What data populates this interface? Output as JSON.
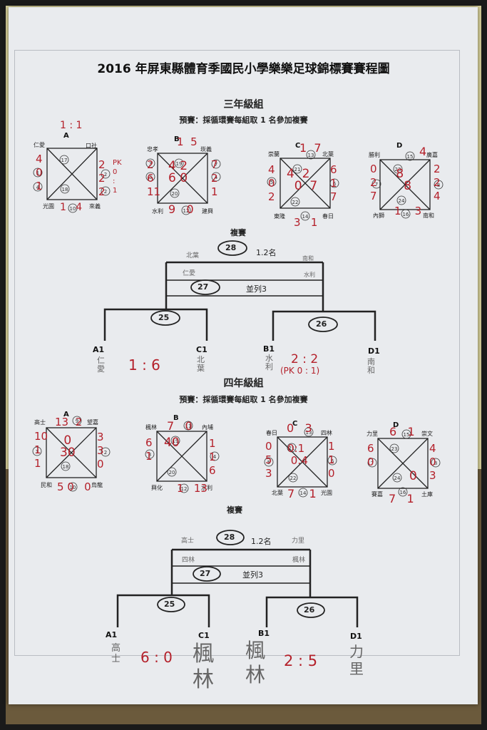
{
  "title": "2016 年屏東縣體育季國民小學樂樂足球錦標賽賽程圖",
  "grade3": {
    "heading": "三年級組",
    "prelim": "預賽：採循環賽每組取 1 名參加複賽",
    "final_heading": "複賽",
    "groups": [
      {
        "letter": "A",
        "tl": "仁愛",
        "tr": "口社",
        "bl": "光園",
        "br": "來義"
      },
      {
        "letter": "B",
        "tl": "忠孝",
        "tr": "崁義",
        "bl": "水利",
        "br": "建興"
      },
      {
        "letter": "C",
        "tl": "崇蘭",
        "tr": "北葉",
        "bl": "東隆",
        "br": "春日"
      },
      {
        "letter": "D",
        "tl": "勝利",
        "tr": "廣嘉",
        "bl": "內獅",
        "br": "南和"
      }
    ],
    "match28": "28",
    "rank12": "1.2名",
    "match27": "27",
    "tie3": "並列3",
    "match25": "25",
    "match26": "26",
    "seeds": [
      "A1",
      "C1",
      "B1",
      "D1"
    ],
    "hand_names": [
      "仁愛",
      "北葉",
      "水利",
      "南和"
    ],
    "score25": "1 : 6",
    "score26": "2 : 2",
    "pk26": "(PK 0 : 1)",
    "top_names": [
      "北葉",
      "南和",
      "仁愛",
      "水利"
    ]
  },
  "grade4": {
    "heading": "四年級組",
    "prelim": "預賽：採循環賽每組取 1 名參加複賽",
    "final_heading": "複賽",
    "groups": [
      {
        "letter": "A",
        "tl": "高士",
        "tr": "望嘉",
        "bl": "民和",
        "br": "烏龍"
      },
      {
        "letter": "B",
        "tl": "楓林",
        "tr": "內埔",
        "bl": "興化",
        "br": "水利"
      },
      {
        "letter": "C",
        "tl": "春日",
        "tr": "四林",
        "bl": "北葉",
        "br": "光園"
      },
      {
        "letter": "D",
        "tl": "力里",
        "tr": "崇文",
        "bl": "賽嘉",
        "br": "土庫"
      }
    ],
    "match28": "28",
    "rank12": "1.2名",
    "match27": "27",
    "tie3": "並列3",
    "match25": "25",
    "match26": "26",
    "seeds": [
      "A1",
      "C1",
      "B1",
      "D1"
    ],
    "hand_names": [
      "高士",
      "楓林",
      "楓林",
      "力里"
    ],
    "score25": "6 : 0",
    "score26": "2 : 5",
    "top_names": [
      "高士",
      "力里",
      "四林",
      "楓林"
    ]
  }
}
